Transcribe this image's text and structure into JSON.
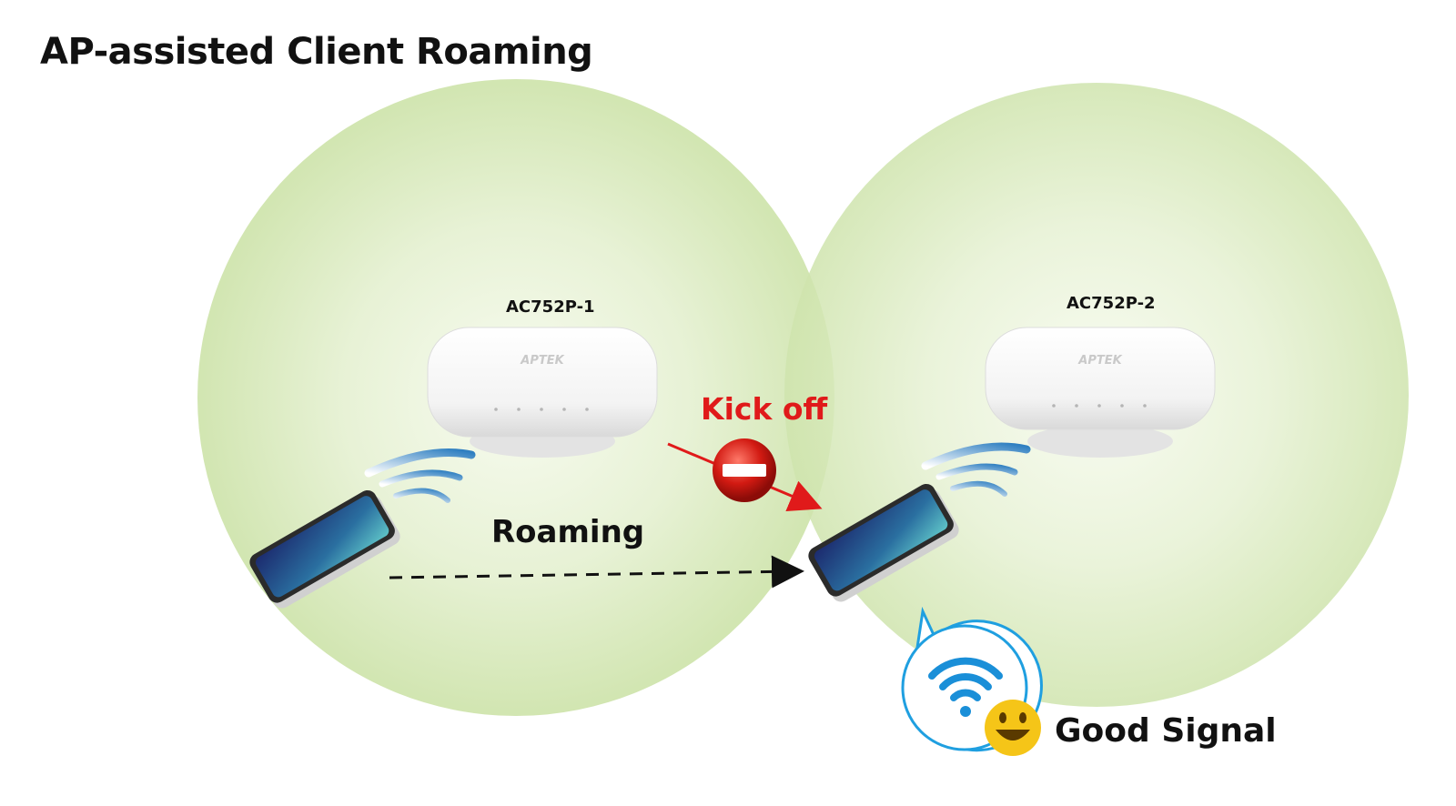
{
  "title": "AP-assisted Client Roaming",
  "access_points": [
    {
      "label": "AC752P-1",
      "brand": "APTEK"
    },
    {
      "label": "AC752P-2",
      "brand": "APTEK"
    }
  ],
  "roaming_label": "Roaming",
  "kick_off_label": "Kick off",
  "good_signal_label": "Good Signal",
  "colors": {
    "coverage": "#d2e6b2",
    "kick_off": "#e01a1a",
    "signal_wave": "#3f86c4",
    "wifi_icon": "#1a8fd8",
    "smiley": "#f5c518"
  }
}
